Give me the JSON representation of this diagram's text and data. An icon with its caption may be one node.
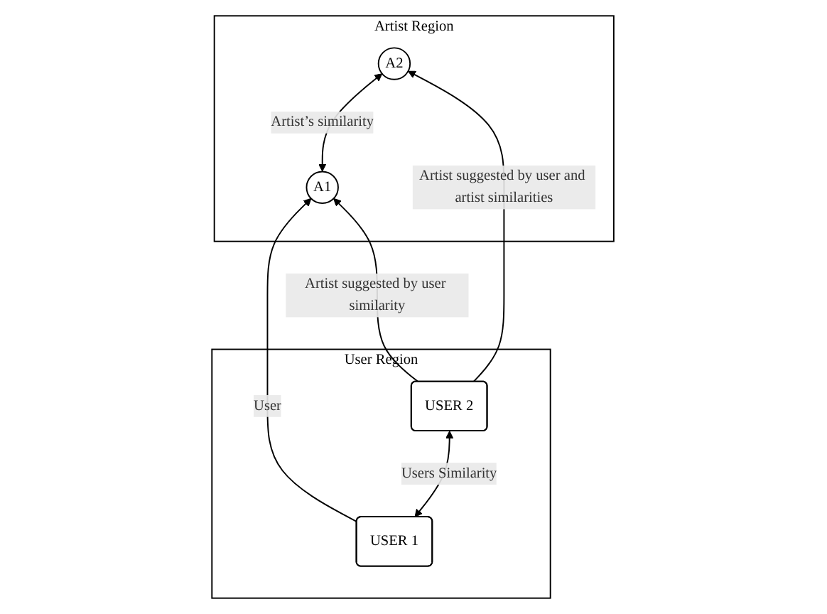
{
  "diagram": {
    "nodes": [
      {
        "text": [
          "Artist Region"
        ]
      },
      {
        "text": [
          "A1"
        ],
        "in": 0
      },
      {
        "text": [
          "A2"
        ],
        "in": 0
      },
      {
        "text": [
          "User Region"
        ]
      },
      {
        "text": [
          "USER 1"
        ],
        "in": 3
      },
      {
        "text": [
          "USER 2"
        ],
        "in": 3
      }
    ],
    "edges": [
      {
        "from": 1,
        "to": 2,
        "arrow": "both",
        "label": "Artist’s similarity"
      },
      {
        "from": 4,
        "to": 1,
        "arrow": "to",
        "label": "User"
      },
      {
        "from": 5,
        "to": 1,
        "arrow": "to",
        "label": "Artist suggested by user similarity"
      },
      {
        "from": 5,
        "to": 2,
        "arrow": "to",
        "label": "Artist suggested by user and artist similarities"
      },
      {
        "from": 4,
        "to": 5,
        "arrow": "both",
        "label": "Users Similarity"
      }
    ]
  }
}
